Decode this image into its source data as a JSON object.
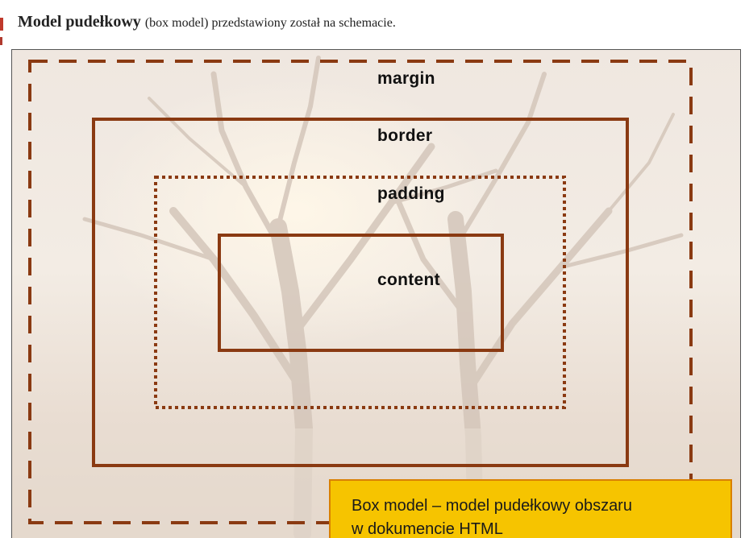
{
  "intro": {
    "term": "Model pudełkowy",
    "rest": "(box model) przedstawiony został na schemacie."
  },
  "diagram": {
    "layers": {
      "margin": "margin",
      "border": "border",
      "padding": "padding",
      "content": "content"
    },
    "caption_line1": "Box model – model pudełkowy obszaru",
    "caption_line2": "w dokumencie HTML",
    "colors": {
      "frame": "#8a3a12",
      "caption_bg": "#f6c400",
      "caption_border": "#d98000"
    }
  }
}
